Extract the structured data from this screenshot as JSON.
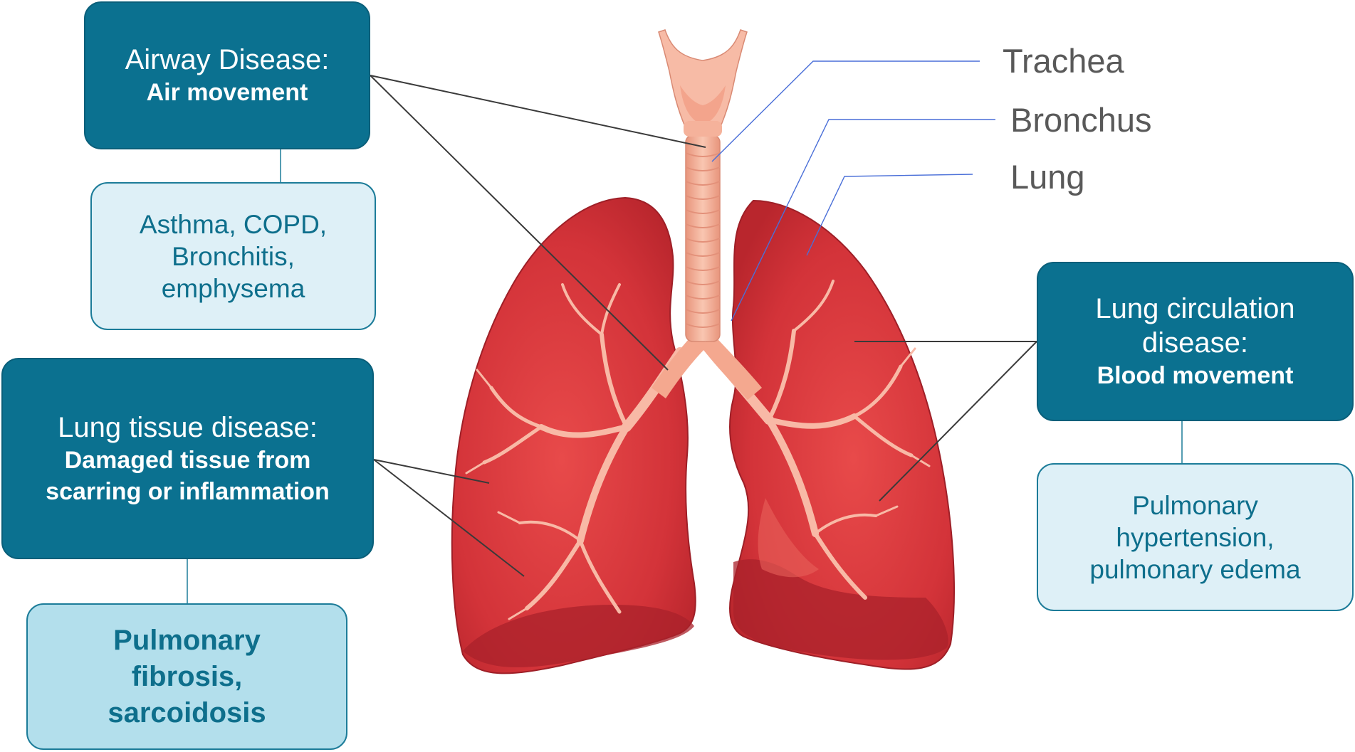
{
  "anatomy_labels": {
    "trachea": "Trachea",
    "bronchus": "Bronchus",
    "lung": "Lung"
  },
  "airway": {
    "title": "Airway Disease:",
    "subtitle": "Air movement",
    "examples": [
      "Asthma, COPD,",
      "Bronchitis,",
      "emphysema"
    ]
  },
  "tissue": {
    "title": "Lung tissue disease:",
    "subtitle_lines": [
      "Damaged tissue from",
      "scarring or inflammation"
    ],
    "examples": [
      "Pulmonary",
      "fibrosis,",
      "sarcoidosis"
    ]
  },
  "circulation": {
    "title_lines": [
      "Lung circulation",
      "disease:"
    ],
    "subtitle": "Blood movement",
    "examples": [
      "Pulmonary",
      "hypertension,",
      "pulmonary edema"
    ]
  },
  "colors": {
    "dark_box": "#0b7190",
    "light_box": "#def0f7",
    "lighter_box": "#b3dfec",
    "lung": "#d4343a",
    "trachea": "#f4b199",
    "airway": "#f6b5a2"
  }
}
